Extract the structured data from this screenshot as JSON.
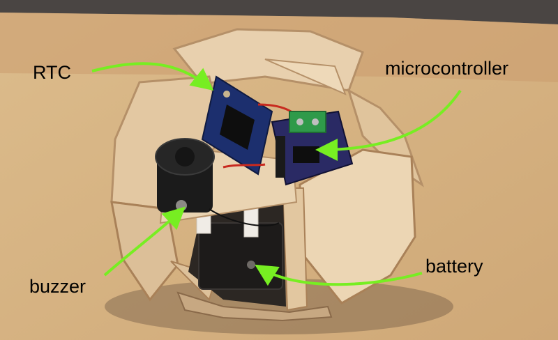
{
  "labels": {
    "rtc": "RTC",
    "microcontroller": "microcontroller",
    "buzzer": "buzzer",
    "battery": "battery"
  },
  "colors": {
    "arrow": "#77ee22",
    "table_wood": "#d9b98a",
    "plywood": "#e8d0ae",
    "plywood_edge": "#b59068",
    "pcb_blue": "#1c2f6e",
    "terminal_green": "#2f9a4a",
    "background_dark": "#4a4543",
    "text": "#000000"
  }
}
